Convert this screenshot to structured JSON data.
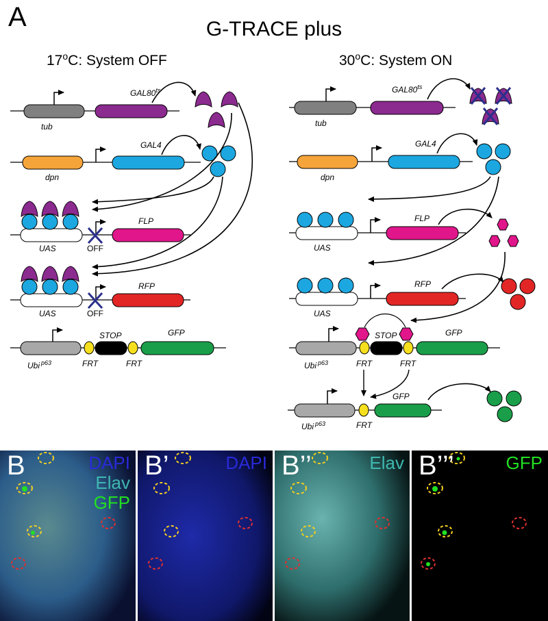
{
  "figure": {
    "panel_letter": "A",
    "title": "G-TRACE plus",
    "left_header_pre": "17",
    "left_header_deg": "o",
    "left_header_post": "C: System OFF",
    "right_header_pre": "30",
    "right_header_deg": "o",
    "right_header_post": "C: System ON",
    "labels": {
      "tub": "tub",
      "gal80": "GAL80",
      "gal80_sup": "ts",
      "dpn": "dpn",
      "gal4": "GAL4",
      "uas": "UAS",
      "flp": "FLP",
      "rfp": "RFP",
      "off": "OFF",
      "ubi": "Ubi",
      "ubi_sup": "p63",
      "frt": "FRT",
      "stop": "STOP",
      "gfp": "GFP"
    }
  },
  "micro": {
    "panels": [
      {
        "label": "B",
        "channels": [
          {
            "text": "DAPI",
            "color": "#2a2ad8"
          },
          {
            "text": "Elav",
            "color": "#3fb7b0"
          },
          {
            "text": "GFP",
            "color": "#22e022"
          }
        ]
      },
      {
        "label": "B’",
        "channels": [
          {
            "text": "DAPI",
            "color": "#2a2ad8"
          }
        ]
      },
      {
        "label": "B’’",
        "channels": [
          {
            "text": "Elav",
            "color": "#3fb7b0"
          }
        ]
      },
      {
        "label": "B’’’",
        "channels": [
          {
            "text": "GFP",
            "color": "#22e022"
          }
        ]
      }
    ]
  },
  "colors": {
    "promoter_grey": "#808080",
    "gal80_purple": "#8b2a8f",
    "dpn_orange": "#f5a43a",
    "gal4_cyan": "#1ca7e0",
    "flp_magenta": "#e0168a",
    "rfp_red": "#e22626",
    "stop_black": "#000000",
    "frt_yellow": "#f6e01e",
    "gfp_green": "#1a9e4a",
    "ubi_grey": "#a8a8a8",
    "off_x_navy": "#2b2f8a",
    "circle_yellow": "#f5d020",
    "circle_red": "#e03030"
  }
}
